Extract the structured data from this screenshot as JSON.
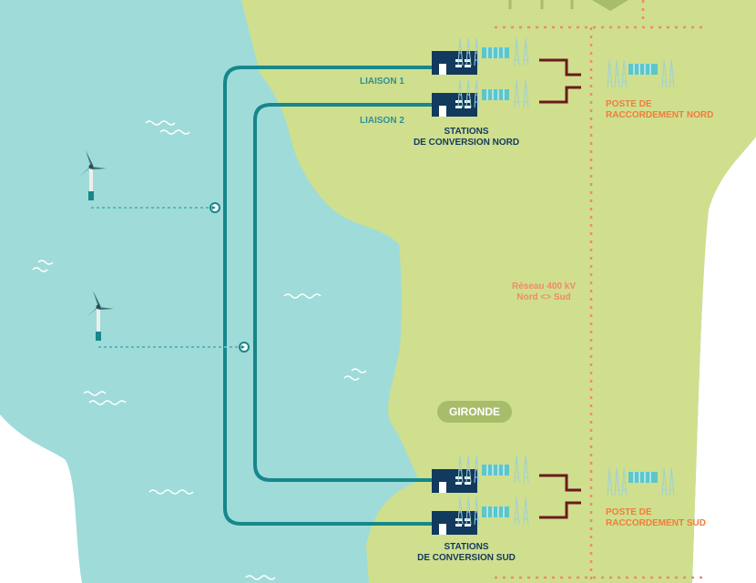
{
  "labels": {
    "liaison_1": "LIAISON 1",
    "liaison_2": "LIAISON 2",
    "stations_nord_1": "STATIONS",
    "stations_nord_2": "DE CONVERSION NORD",
    "stations_sud_1": "STATIONS",
    "stations_sud_2": "DE CONVERSION SUD",
    "poste_nord_1": "POSTE DE",
    "poste_nord_2": "RACCORDEMENT NORD",
    "poste_sud_1": "POSTE DE",
    "poste_sud_2": "RACCORDEMENT SUD",
    "reseau_1": "Réseau 400 kV",
    "reseau_2": "Nord <> Sud",
    "region": "GIRONDE"
  },
  "colors": {
    "sea": "#9fdbd9",
    "land": "#cfdf8e",
    "cable": "#16878a",
    "station": "#12395e",
    "grid_line": "#f08a6a",
    "connector": "#6b1a1a",
    "pill": "#a7bd6a",
    "orange_text": "#ef7d3c"
  },
  "icons": [
    "wind-turbine-icon",
    "wave-icon",
    "arrow-right-icon",
    "conversion-station-icon",
    "pylon-icon",
    "substation-icon"
  ]
}
